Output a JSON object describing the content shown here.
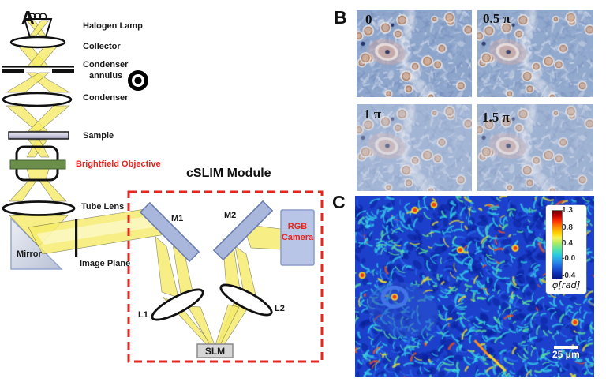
{
  "panels": {
    "a": {
      "letter": "A",
      "module_title": "cSLIM Module",
      "labels": {
        "halogen_lamp": "Halogen Lamp",
        "collector": "Collector",
        "condenser_annulus_1": "Condenser",
        "condenser_annulus_2": "annulus",
        "condenser": "Condenser",
        "sample": "Sample",
        "brightfield_objective": "Brightfield Objective",
        "tube_lens": "Tube Lens",
        "mirror": "Mirror",
        "image_plane": "Image Plane",
        "m1": "M1",
        "m2": "M2",
        "l1": "L1",
        "l2": "L2",
        "slm": "SLM",
        "rgb_camera_1": "RGB",
        "rgb_camera_2": "Camera"
      },
      "colors": {
        "accent_red": "#e8251f",
        "beam_yellow": "#f5eb68",
        "mirror_blue": "#a9b7dd",
        "objective_green": "#6b8f4a"
      }
    },
    "b": {
      "letter": "B",
      "phase_labels": [
        "0",
        "0.5 π",
        "1 π",
        "1.5 π"
      ]
    },
    "c": {
      "letter": "C",
      "colorbar_ticks": [
        "1.3",
        "0.8",
        "0.4",
        "-0.0",
        "-0.4"
      ],
      "colorbar_unit": "φ[rad]",
      "scale_bar_label": "25 μm"
    }
  }
}
